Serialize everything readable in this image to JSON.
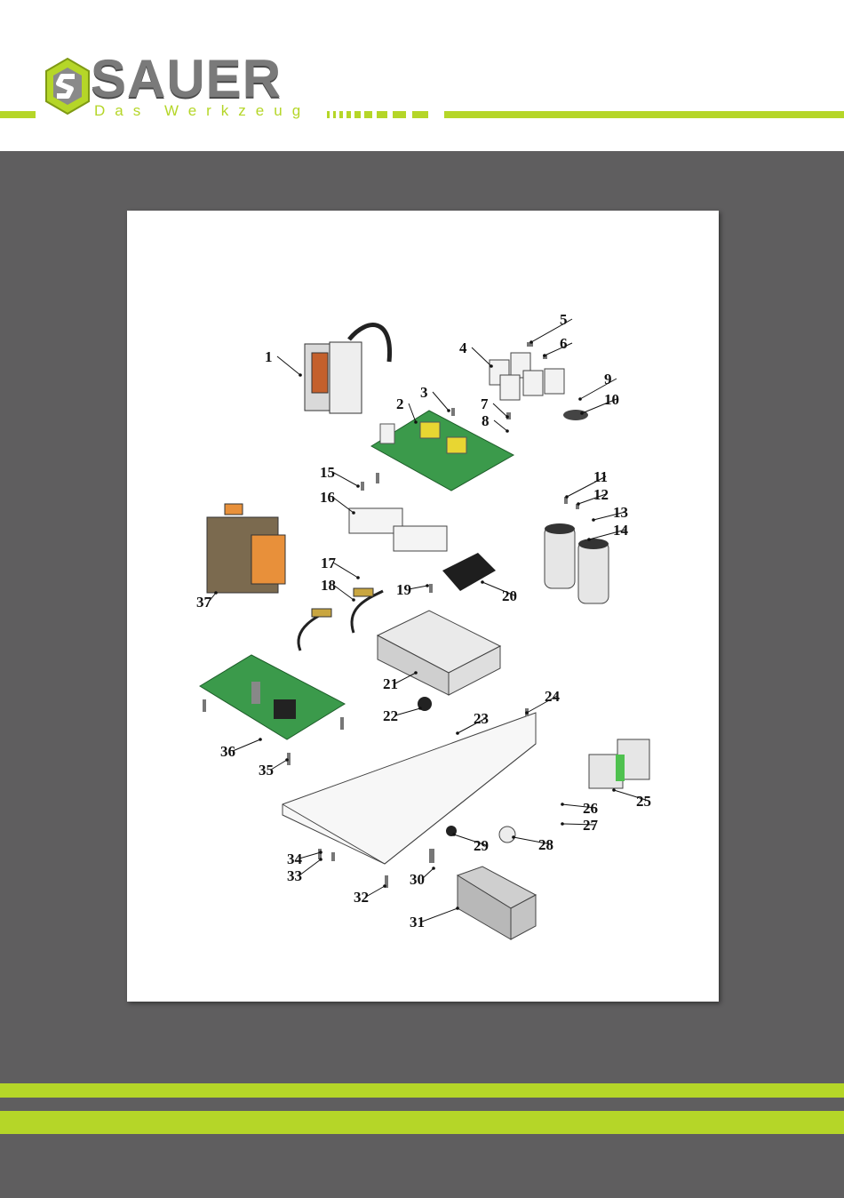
{
  "brand": {
    "name": "SAUER",
    "tagline": "Das Werkzeug",
    "accent_color": "#b5d628",
    "dark_color": "#5f5e5f"
  },
  "diagram": {
    "part_numbers": [
      "1",
      "2",
      "3",
      "4",
      "5",
      "6",
      "7",
      "8",
      "9",
      "10",
      "11",
      "12",
      "13",
      "14",
      "15",
      "16",
      "17",
      "18",
      "19",
      "20",
      "21",
      "22",
      "23",
      "24",
      "25",
      "26",
      "27",
      "28",
      "29",
      "30",
      "31",
      "32",
      "33",
      "34",
      "35",
      "36",
      "37"
    ]
  }
}
